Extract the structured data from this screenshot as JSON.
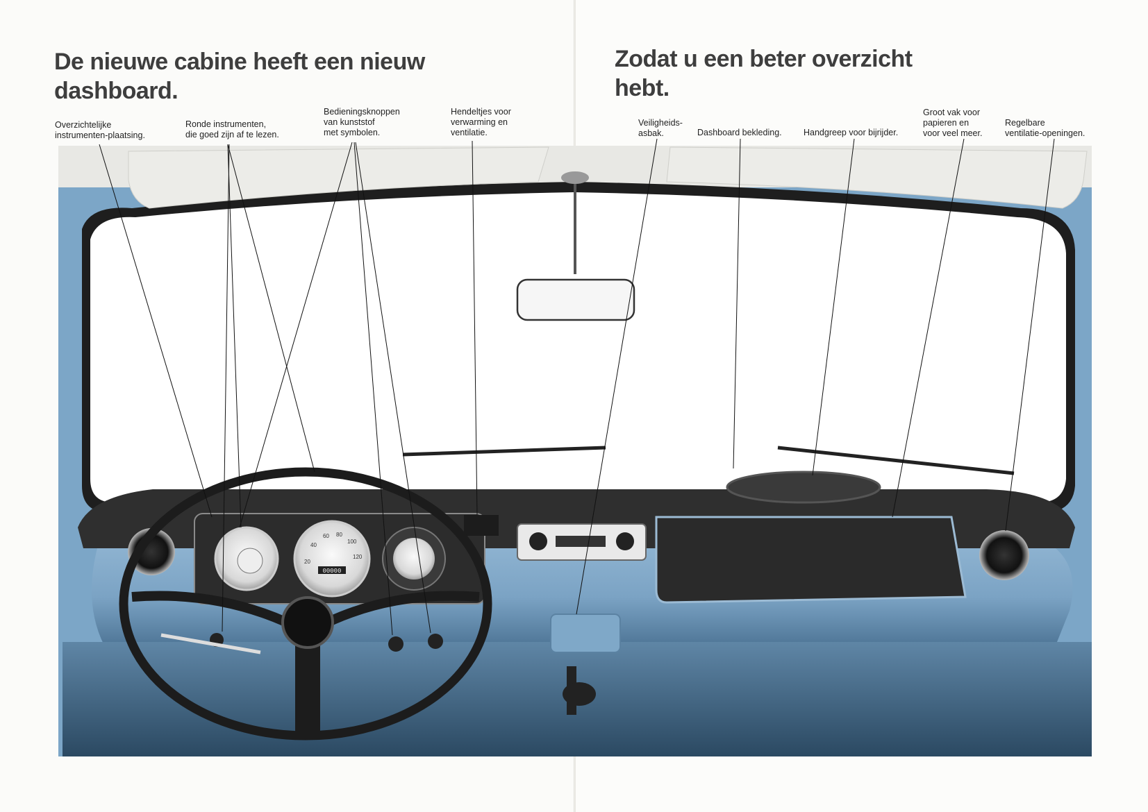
{
  "left_page": {
    "heading": "De nieuwe cabine heeft een nieuw\ndashboard.",
    "callouts": [
      {
        "id": "instrument-layout",
        "text": "Overzichtelijke\ninstrumenten-plaatsing."
      },
      {
        "id": "round-instruments",
        "text": "Ronde instrumenten,\ndie goed zijn af te lezen."
      },
      {
        "id": "plastic-knobs",
        "text": "Bedieningsknoppen\nvan kunststof\nmet symbolen."
      },
      {
        "id": "heating-levers",
        "text": "Hendeltjes voor\nverwarming en\nventilatie."
      }
    ]
  },
  "right_page": {
    "heading": "Zodat u een beter overzicht\nhebt.",
    "callouts": [
      {
        "id": "safety-ashtray",
        "text": "Veiligheids-\nasbak."
      },
      {
        "id": "dashboard-padding",
        "text": "Dashboard bekleding."
      },
      {
        "id": "passenger-handle",
        "text": "Handgreep voor bijrijder."
      },
      {
        "id": "glovebox",
        "text": "Groot vak voor\npapieren en\nvoor veel meer."
      },
      {
        "id": "vents",
        "text": "Regelbare\nventilatie-openingen."
      }
    ]
  },
  "photo": {
    "description_icon": "van-dashboard-photo",
    "speedometer_numbers": [
      "20",
      "40",
      "60",
      "80",
      "100",
      "120"
    ],
    "odometer": "00000",
    "colors": {
      "dashboard_blue": "#7fa6c6",
      "dashboard_shadow": "#456b8a",
      "steering_wheel": "#1c1c1c",
      "windshield": "#ffffff",
      "headliner": "#e9e9e6",
      "glovebox": "#2a2a2a",
      "instrument_panel": "#2e2e2e"
    }
  }
}
